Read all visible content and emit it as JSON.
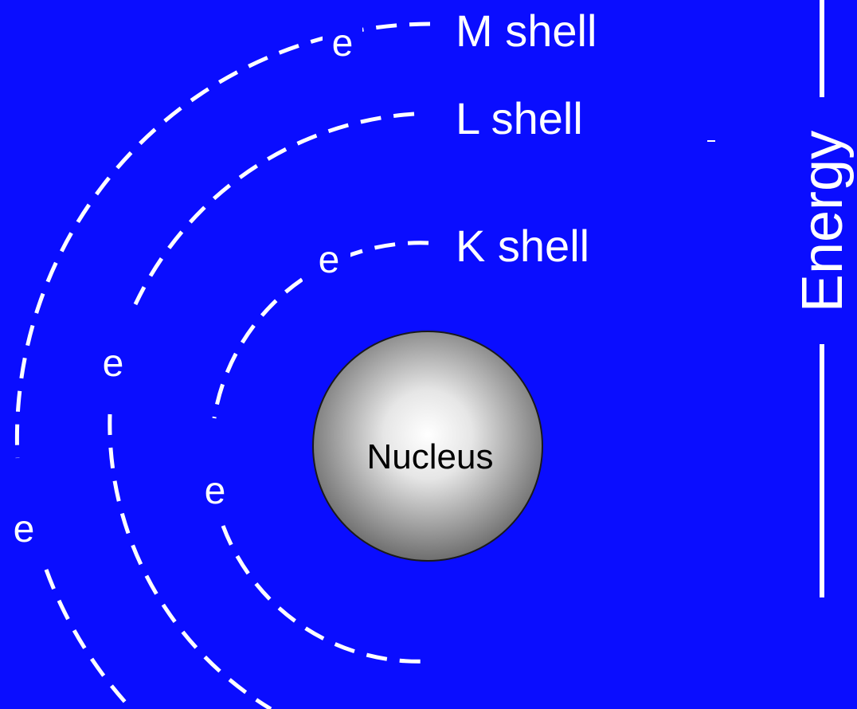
{
  "colors": {
    "background": "#0a0dff",
    "orbit": "#ffffff",
    "text": "#ffffff",
    "nucleus_center": "#ffffff",
    "nucleus_edge": "#6e6e6e",
    "nucleus_text": "#000000"
  },
  "shells": {
    "m": "M shell",
    "l": "L shell",
    "k": "K shell"
  },
  "nucleus": "Nucleus",
  "electron_symbol": "e",
  "energy_axis": "Energy"
}
